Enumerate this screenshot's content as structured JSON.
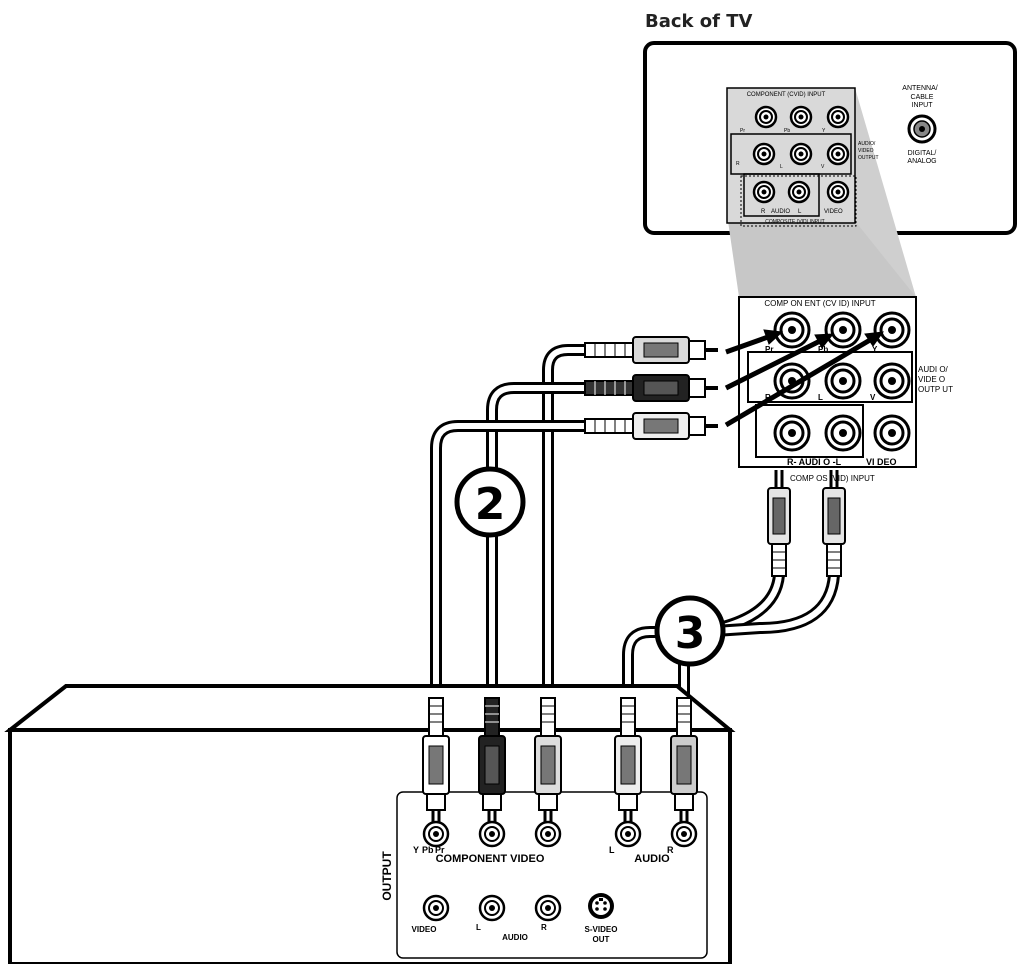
{
  "title": "Back of TV",
  "tv_panel": {
    "component_header": "COMPONENT (CVID) INPUT",
    "component_jacks": [
      "Pr",
      "Pb",
      "Y"
    ],
    "av_out_label_lines": [
      "AUDIO/",
      "VIDEO",
      "OUTPUT"
    ],
    "av_out_jacks": [
      "R",
      "L",
      "V"
    ],
    "composite_jacks": [
      "R",
      "AUDIO",
      "L",
      "VIDEO"
    ],
    "composite_footer": "COMPOSITE (VID) INPUT",
    "antenna_lines": [
      "ANTENNA/",
      "CABLE",
      "INPUT"
    ],
    "digital_lines": [
      "DIGITAL/",
      "ANALOG"
    ]
  },
  "zoom_panel": {
    "component_header": "COMP ON ENT (CV ID) INPUT",
    "component_jacks": [
      "Pr",
      "Pb",
      "Y"
    ],
    "av_out_label_lines": [
      "AUDI O/",
      "VIDE O",
      "OUTP UT"
    ],
    "av_out_jacks": [
      "R",
      "L",
      "V"
    ],
    "composite_labels": [
      "R- AUDI O -L",
      "VI DEO"
    ],
    "composite_footer": "COMP OS    (VID) INPUT"
  },
  "steps": [
    "2",
    "3"
  ],
  "player": {
    "output_label": "OUTPUT",
    "component_labels": [
      "Y",
      "Pb",
      "Pr"
    ],
    "component_title": "COMPONENT VIDEO",
    "audio_top_jacks": [
      "L",
      "R"
    ],
    "audio_title": "AUDIO",
    "bottom_video": "VIDEO",
    "bottom_l": "L",
    "bottom_audio": "AUDIO",
    "bottom_r": "R",
    "svideo_lines": [
      "S-VIDEO",
      "OUT"
    ]
  }
}
